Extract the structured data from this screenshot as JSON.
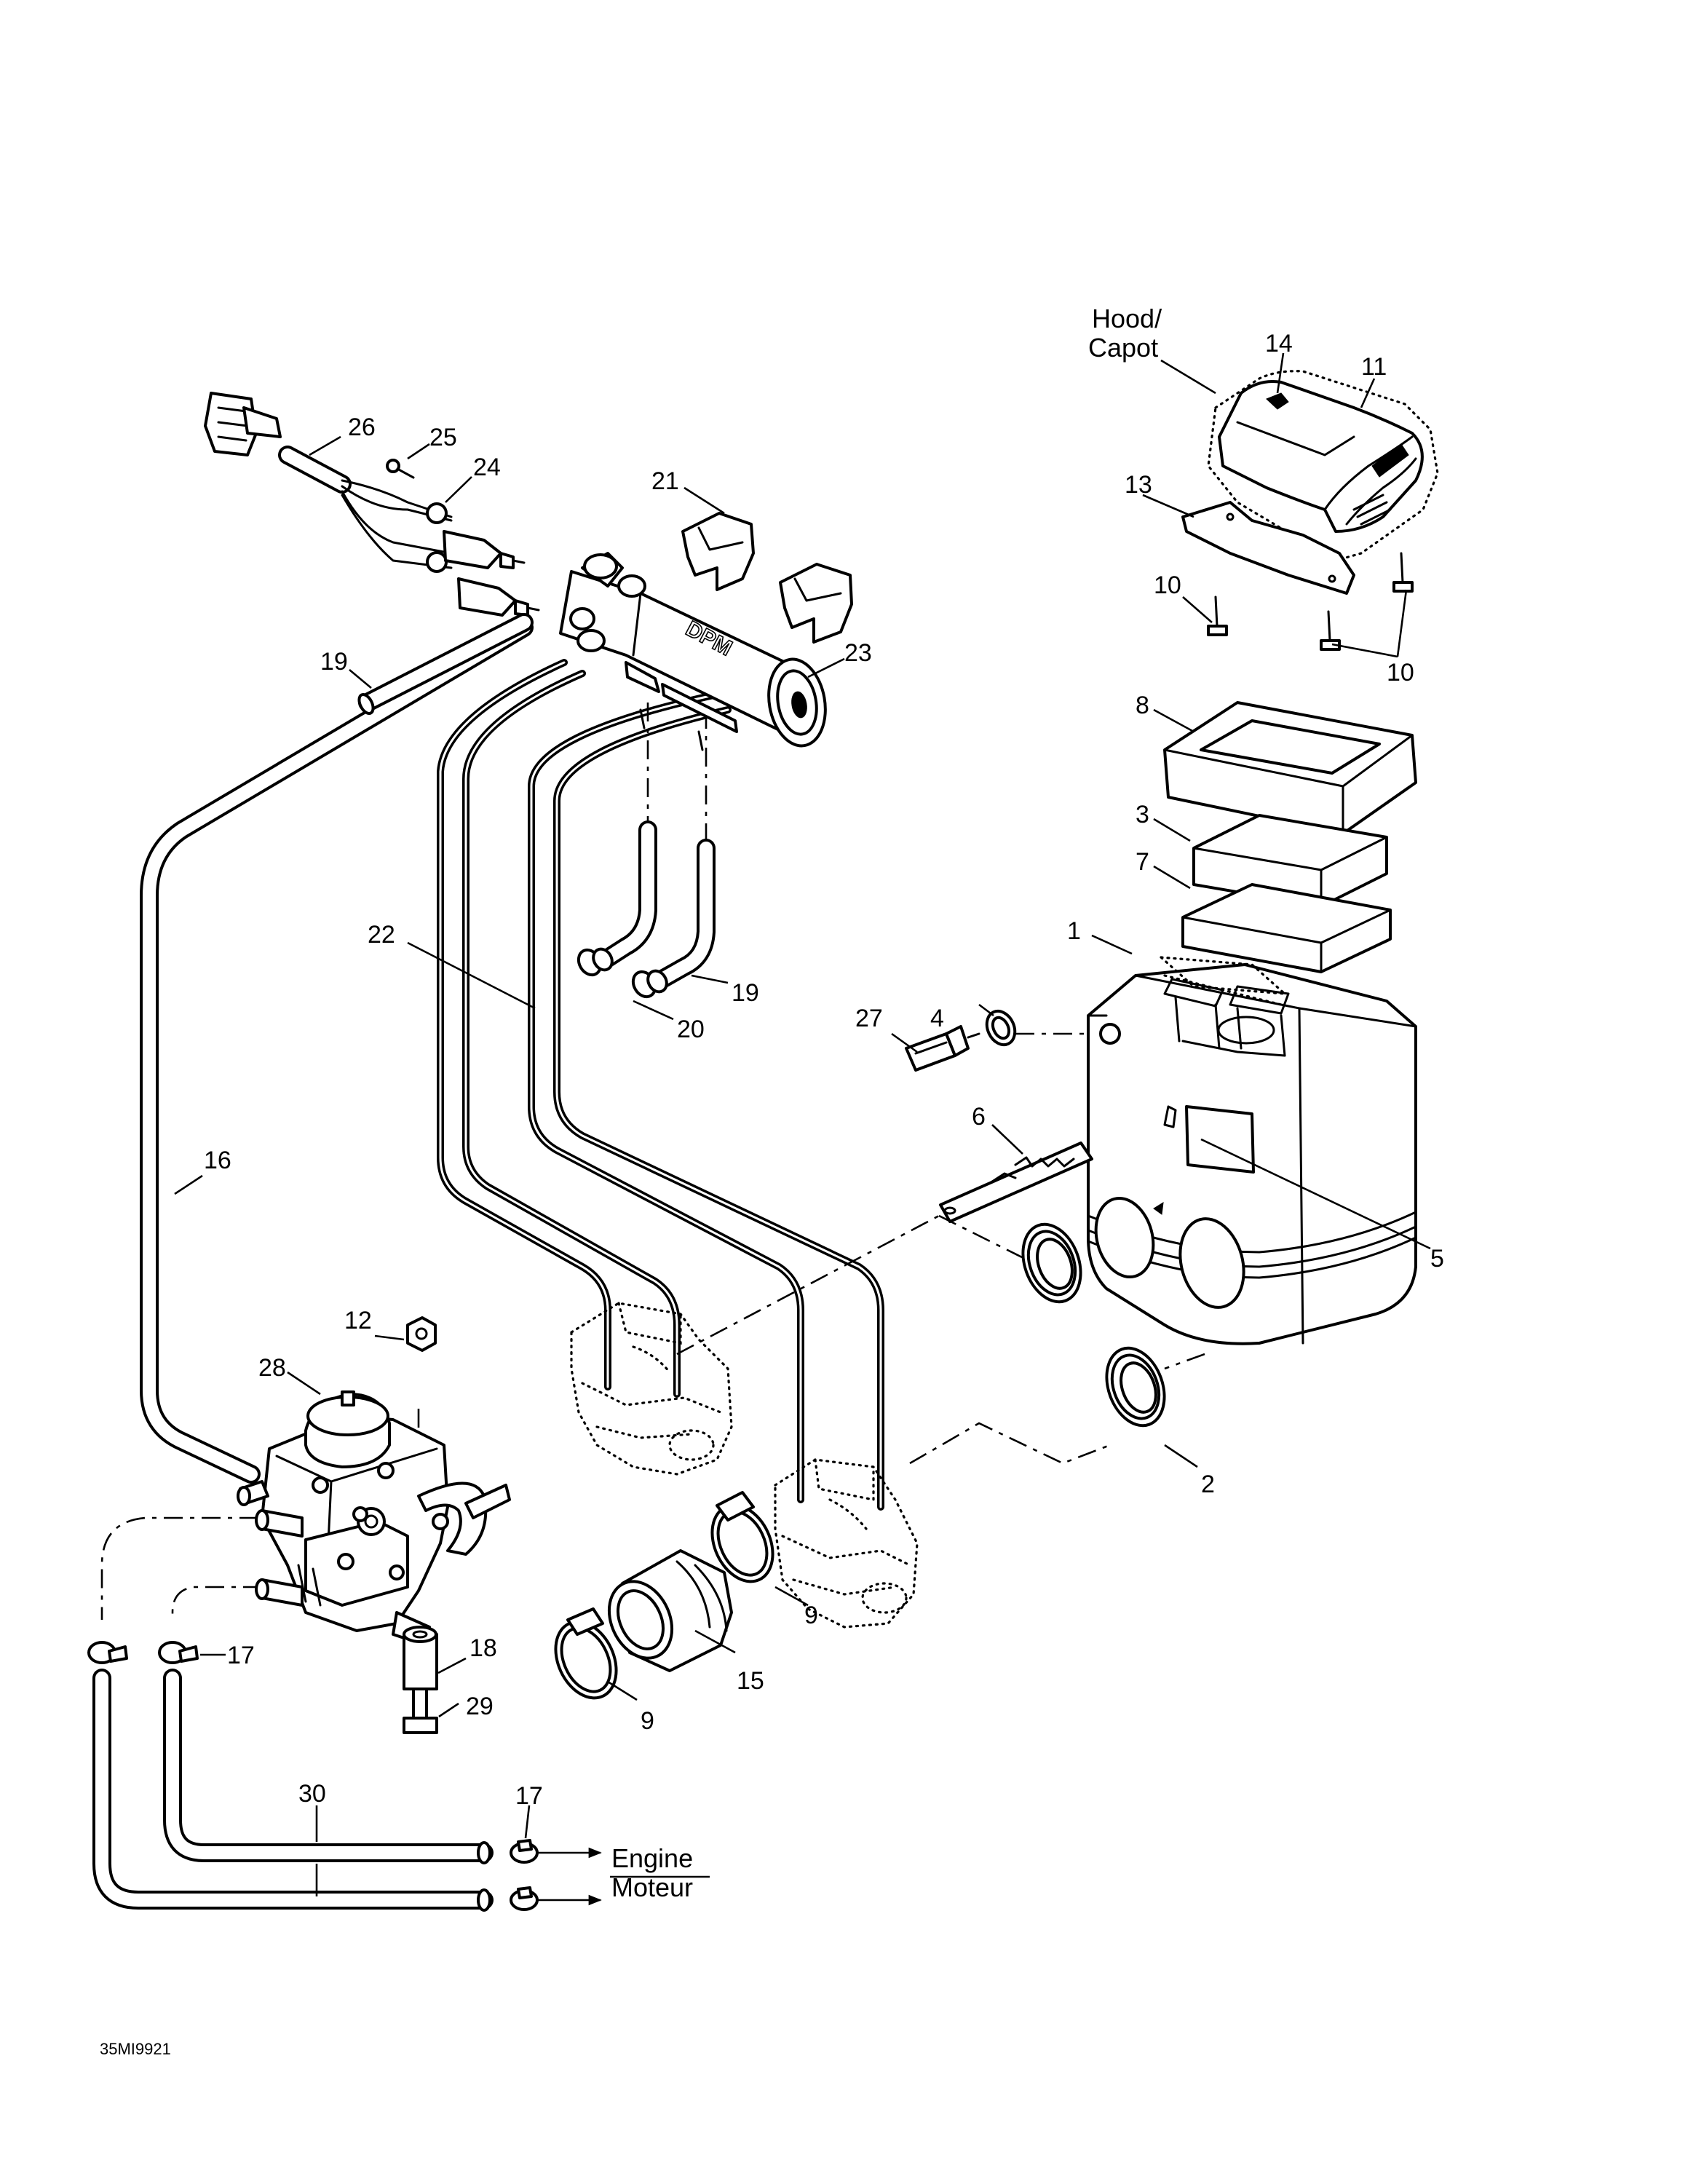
{
  "diagram": {
    "drawing_code": "35MI9921",
    "brand_mark": "DPM",
    "hood_label": {
      "line1": "Hood/",
      "line2": "Capot"
    },
    "engine_label": {
      "line1": "Engine",
      "line2": "Moteur"
    },
    "callouts": {
      "c1": "1",
      "c2": "2",
      "c3": "3",
      "c4": "4",
      "c5": "5",
      "c6": "6",
      "c7": "7",
      "c8": "8",
      "c9a": "9",
      "c9b": "9",
      "c10a": "10",
      "c10b": "10",
      "c11": "11",
      "c12": "12",
      "c13": "13",
      "c14": "14",
      "c15": "15",
      "c16": "16",
      "c17a": "17",
      "c17b": "17",
      "c18": "18",
      "c19a": "19",
      "c19b": "19",
      "c20": "20",
      "c21": "21",
      "c22": "22",
      "c23": "23",
      "c24": "24",
      "c25": "25",
      "c26": "26",
      "c27": "27",
      "c28": "28",
      "c29": "29",
      "c30": "30"
    }
  }
}
